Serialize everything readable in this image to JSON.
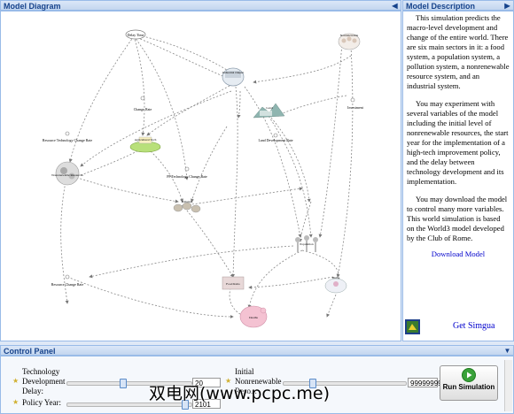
{
  "panels": {
    "diagram_title": "Model Diagram",
    "description_title": "Model Description",
    "control_title": "Control Panel"
  },
  "diagram": {
    "nodes": {
      "delay_time": "Delay Time",
      "world_food": "Industrial Output",
      "nonrenewable": "Nonrenewable",
      "change_rate": "Change Rate",
      "land": "Land",
      "agri_tech": "Agricultural Tech",
      "resource_tech": "Resource Technology Change Rate",
      "land_dev": "Land Development Rate",
      "rewards": "Nonrenewable Resources",
      "pp_tech": "PP Technology Change Rate",
      "pollution": "Pollution",
      "population": "Population",
      "resource_change": "Resource Change Rate",
      "food_ratio": "Food Ratio",
      "births": "Births",
      "deaths": "Deaths",
      "investment": "Investment"
    }
  },
  "description": {
    "paragraphs": [
      "This simulation predicts the macro-level development and change of the entire world. There are six main sectors in it: a food system, a population system, a pollution system, a nonrenewable resource system, and an industrial system.",
      "You may experiment with several variables of the model including the initial level of nonrenewable resources, the start year for the implementation of a high-tech improvement policy, and the delay between technology development and its implementation.",
      "You may download the model to control many more variables. This world simulation is based on the World3 model developed by the Club of Rome."
    ],
    "download_link": "Download Model",
    "simgua_link": "Get Simgua"
  },
  "controls": {
    "tech_delay_label_1": "Technology",
    "tech_delay_label_2": "Development",
    "tech_delay_label_3": "Delay:",
    "tech_delay_value": "20",
    "tech_delay_fraction": 0.45,
    "policy_year_label": "Policy Year:",
    "policy_year_value": "2101",
    "policy_year_fraction": 0.98,
    "initial_label_1": "Initial",
    "initial_label_2": "Nonrenewable",
    "initial_label_3": "Reso...",
    "initial_value": "999999999",
    "initial_fraction": 0.22,
    "run_label": "Run Simulation"
  },
  "watermark": "双电网(www.pcpc.me)",
  "colors": {
    "header_bg": "#c3d6ef",
    "header_text": "#15428b",
    "border": "#99bbe8",
    "link": "#0000cc"
  }
}
